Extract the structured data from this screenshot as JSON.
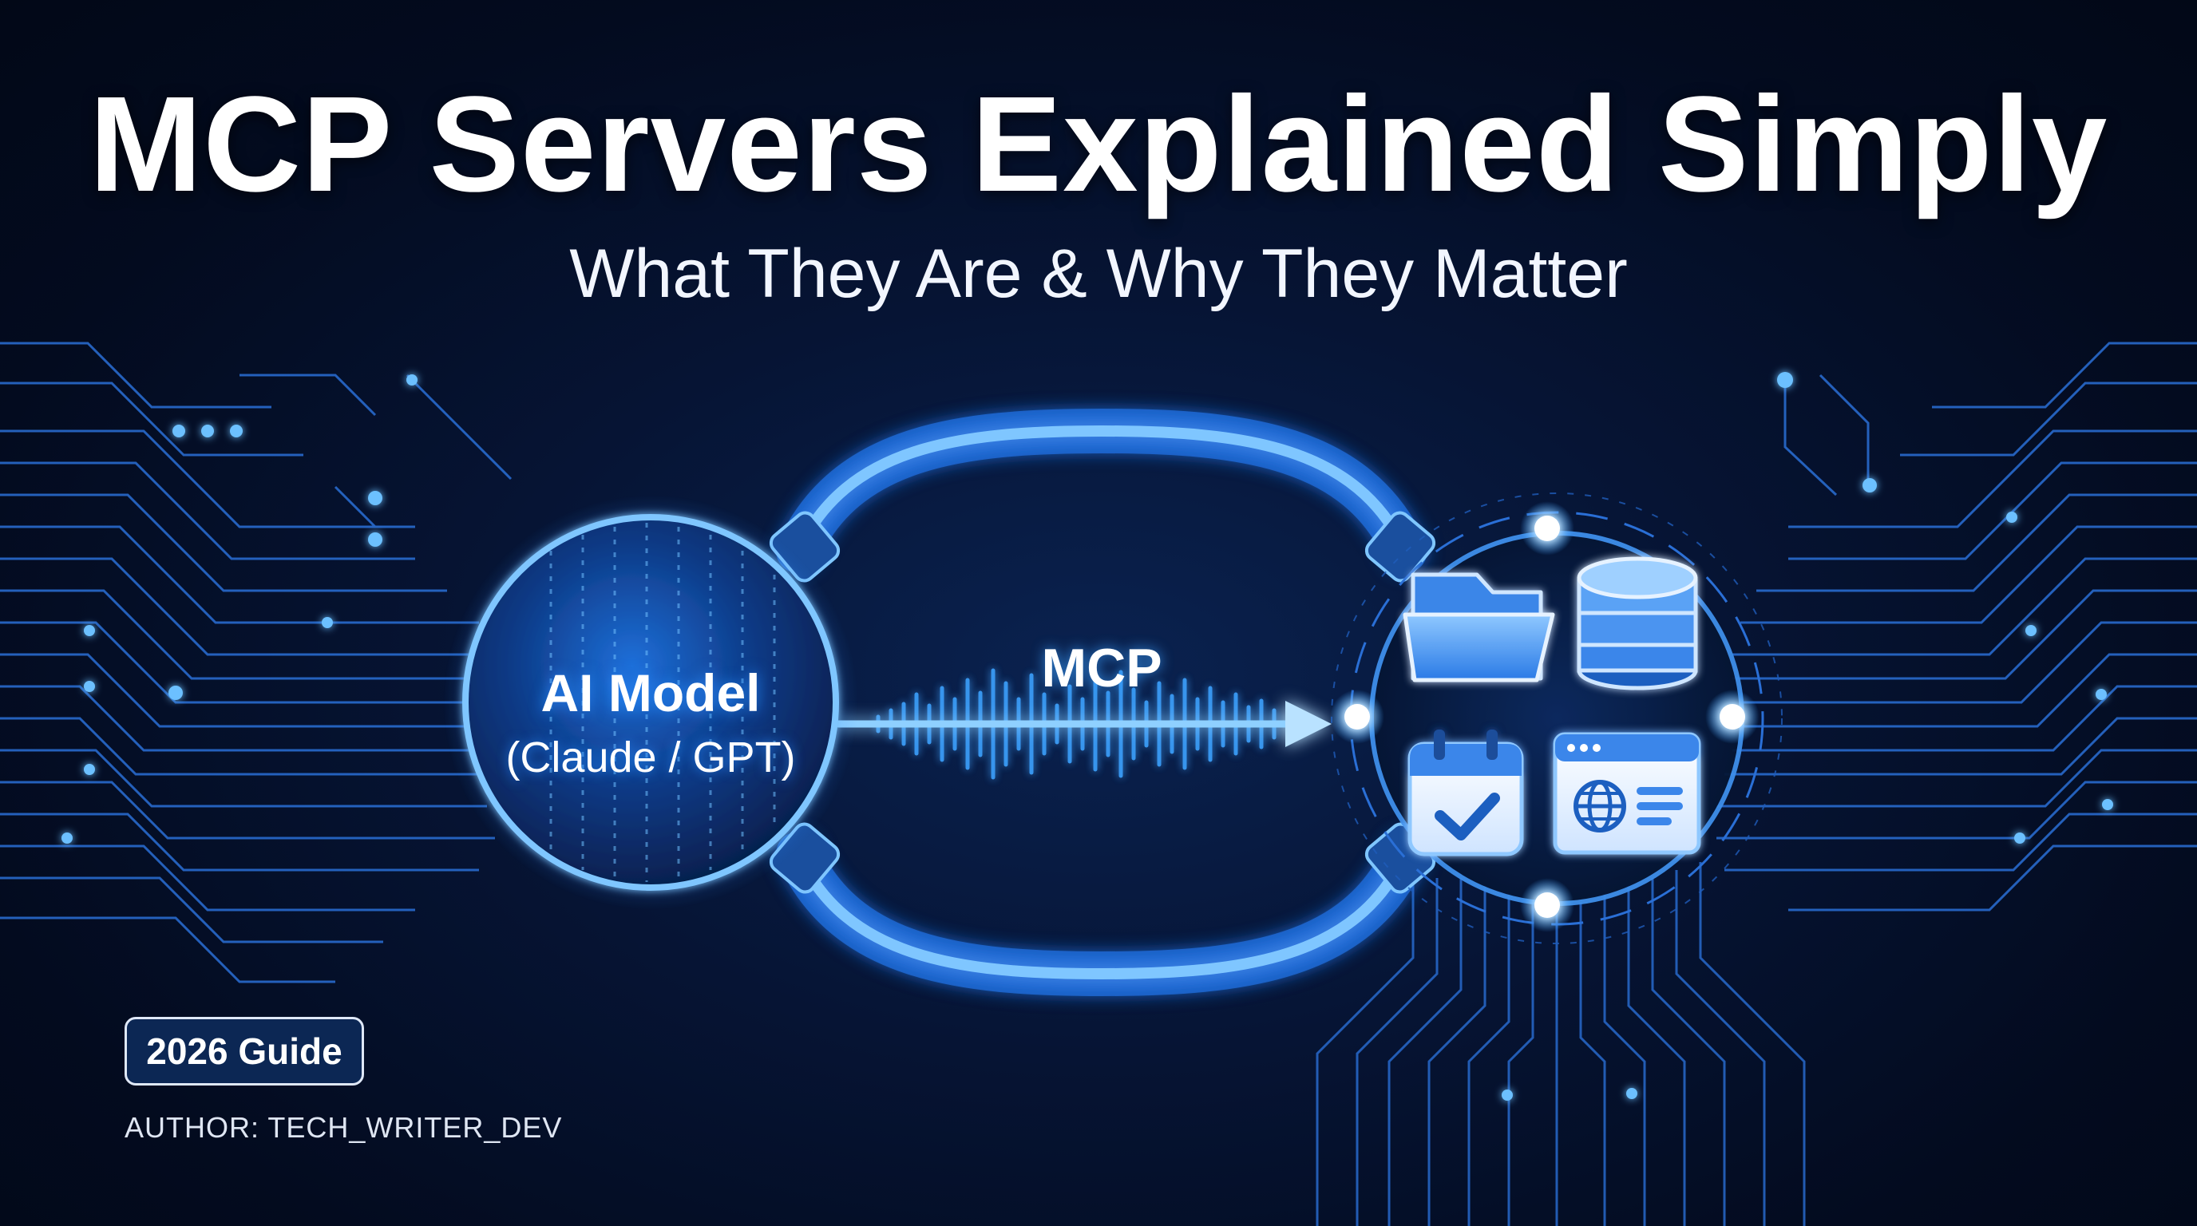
{
  "header": {
    "title": "MCP Servers Explained Simply",
    "subtitle": "What They Are & Why They Matter"
  },
  "diagram": {
    "model_label": "AI Model",
    "model_sublabel": "(Claude / GPT)",
    "protocol_label": "MCP",
    "tool_icons": [
      "folder-icon",
      "database-icon",
      "calendar-check-icon",
      "web-browser-icon"
    ]
  },
  "footer": {
    "badge": "2026 Guide",
    "author": "AUTHOR: TECH_WRITER_DEV"
  },
  "colors": {
    "background": "#030b1f",
    "accent": "#2f8cff",
    "glow": "#5fb6ff",
    "text": "#ffffff"
  }
}
